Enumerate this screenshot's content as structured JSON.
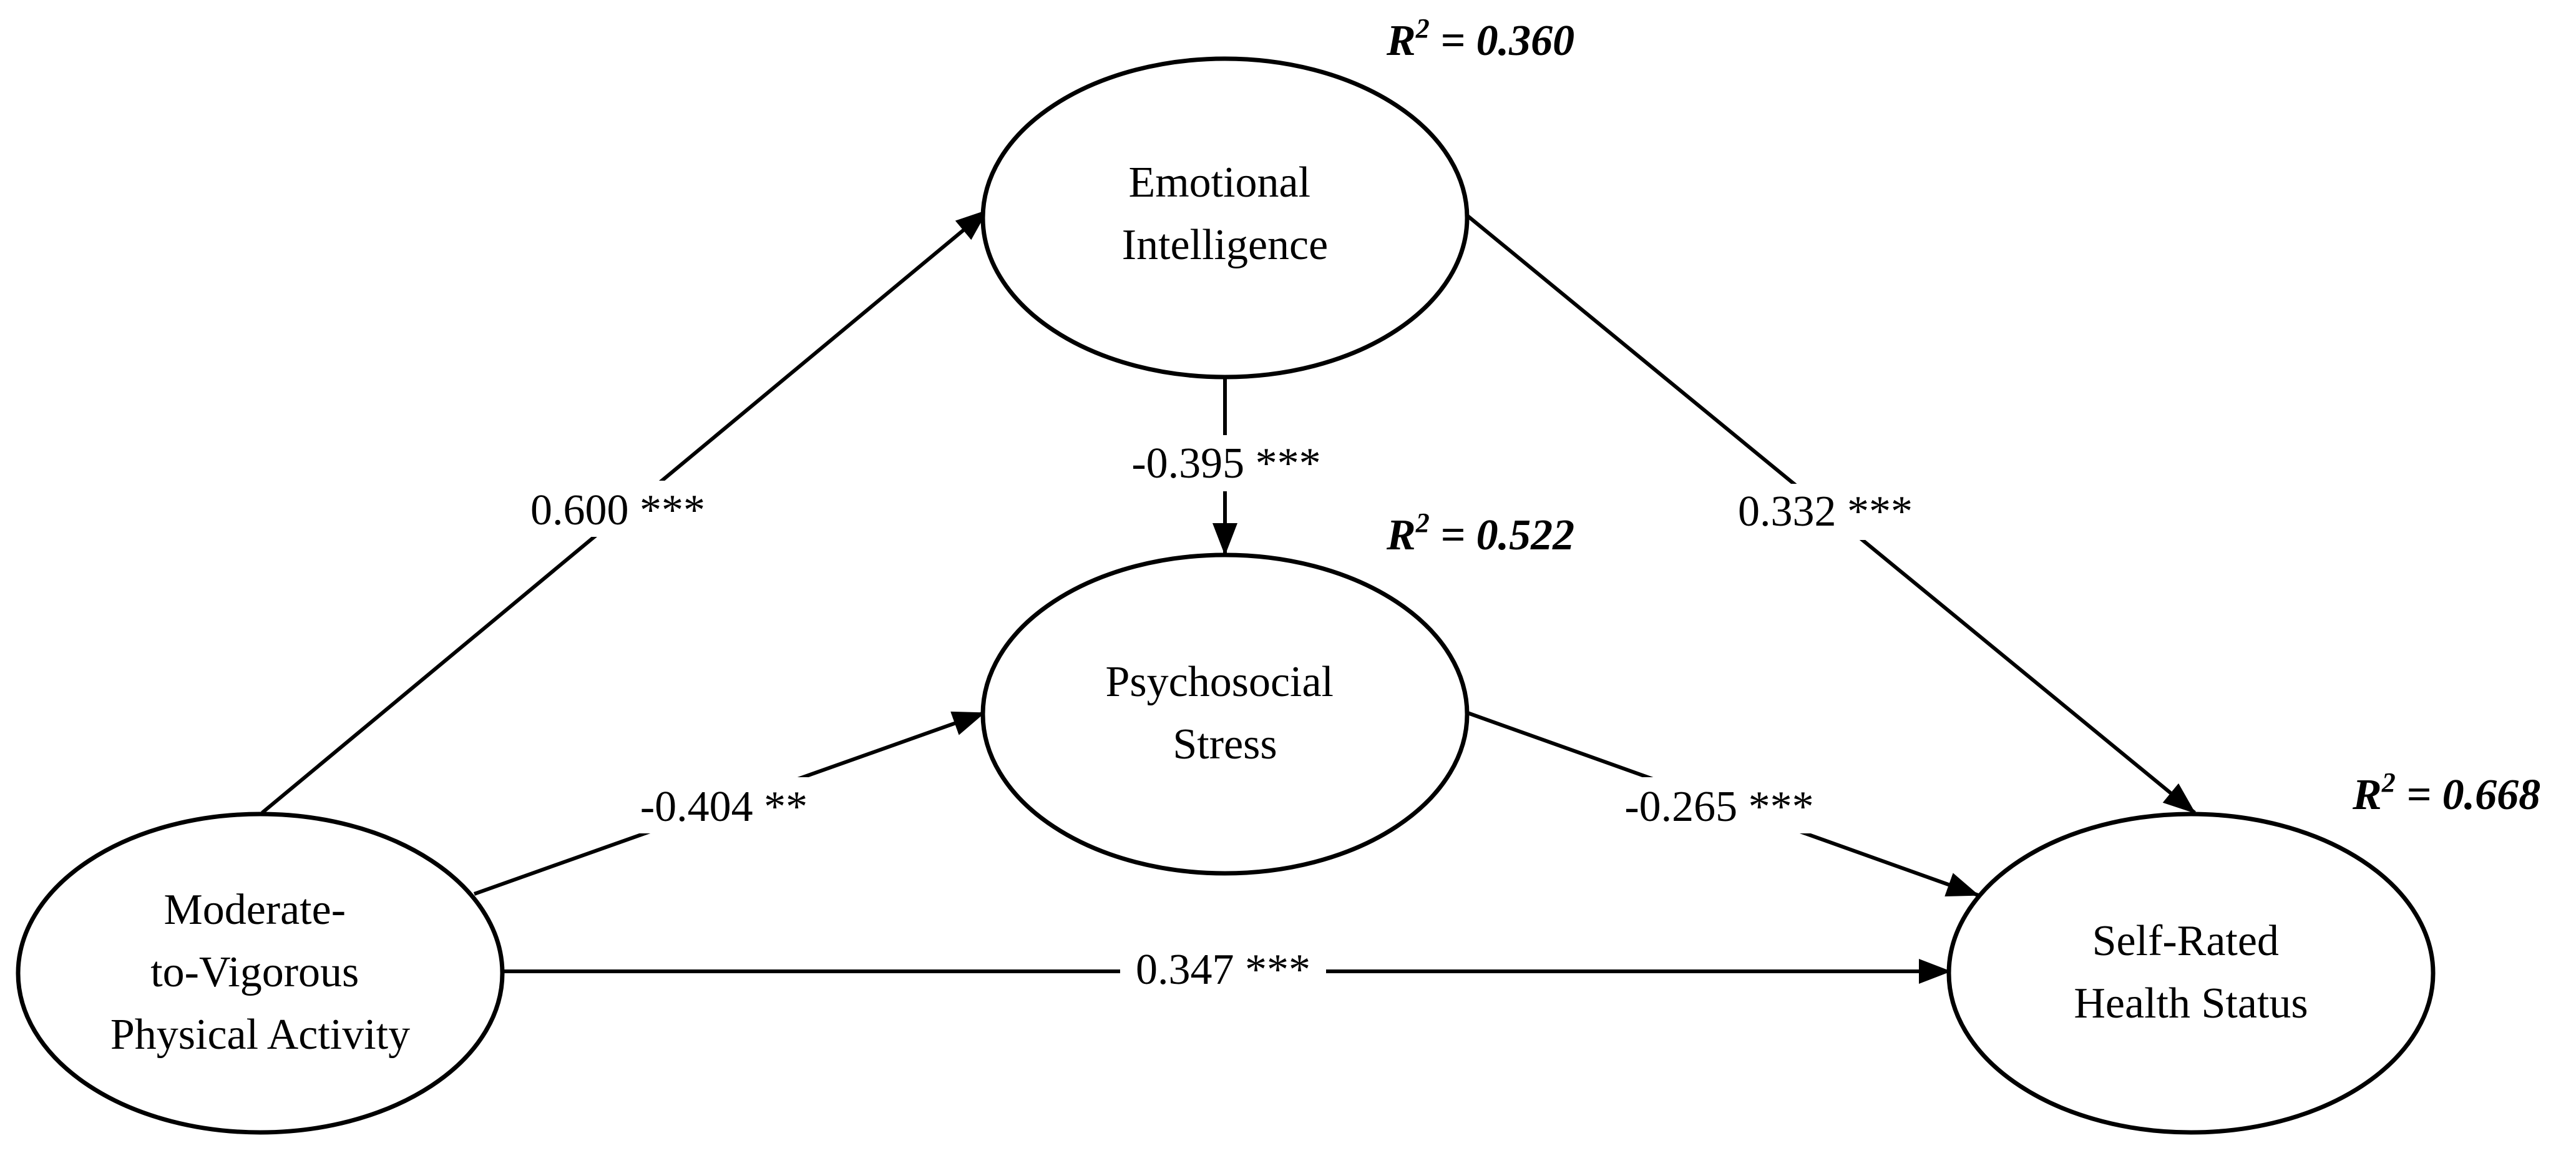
{
  "nodes": {
    "emotional_intelligence": {
      "lines": [
        "Emotional",
        "Intelligence"
      ],
      "r2_label": "R",
      "r2_sup": "2",
      "r2_value": " = 0.360"
    },
    "psychosocial_stress": {
      "lines": [
        "Psychosocial",
        "Stress"
      ],
      "r2_label": "R",
      "r2_sup": "2",
      "r2_value": " = 0.522"
    },
    "physical_activity": {
      "lines": [
        "Moderate-",
        "to-Vigorous",
        "Physical Activity"
      ]
    },
    "self_rated_health": {
      "lines": [
        "Self-Rated",
        "Health Status"
      ],
      "r2_label": "R",
      "r2_sup": "2",
      "r2_value": " = 0.668"
    }
  },
  "paths": {
    "pa_to_ei": "0.600 ***",
    "ei_to_ps": "-0.395 ***",
    "ei_to_srh": "0.332 ***",
    "pa_to_ps": "-0.404 **",
    "ps_to_srh": "-0.265 ***",
    "pa_to_srh": "0.347 ***"
  }
}
